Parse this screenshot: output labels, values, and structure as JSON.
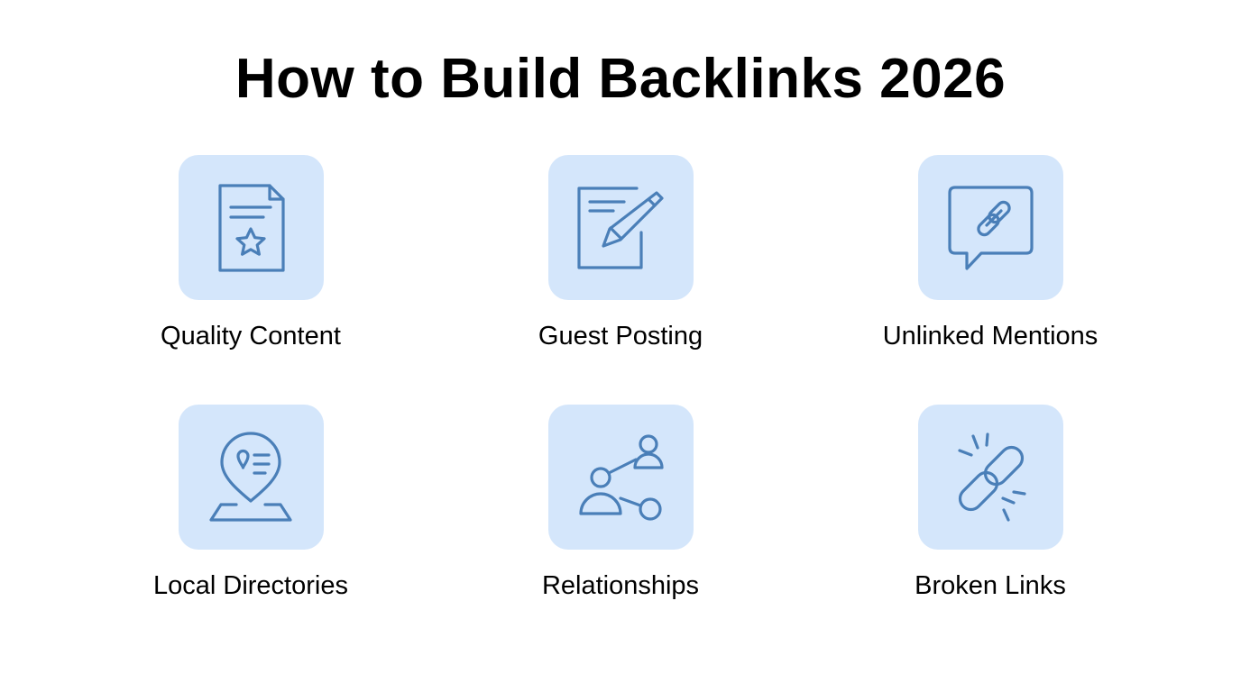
{
  "title": "How to Build Backlinks 2026",
  "colors": {
    "tile_background": "#d4e6fb",
    "icon_stroke": "#4a7fb8",
    "text": "#000000",
    "background": "#ffffff"
  },
  "items": [
    {
      "label": "Quality Content",
      "icon": "document-star-icon"
    },
    {
      "label": "Guest Posting",
      "icon": "pencil-note-icon"
    },
    {
      "label": "Unlinked Mentions",
      "icon": "chat-link-icon"
    },
    {
      "label": "Local Directories",
      "icon": "map-pin-list-icon"
    },
    {
      "label": "Relationships",
      "icon": "people-network-icon"
    },
    {
      "label": "Broken Links",
      "icon": "broken-link-icon"
    }
  ]
}
